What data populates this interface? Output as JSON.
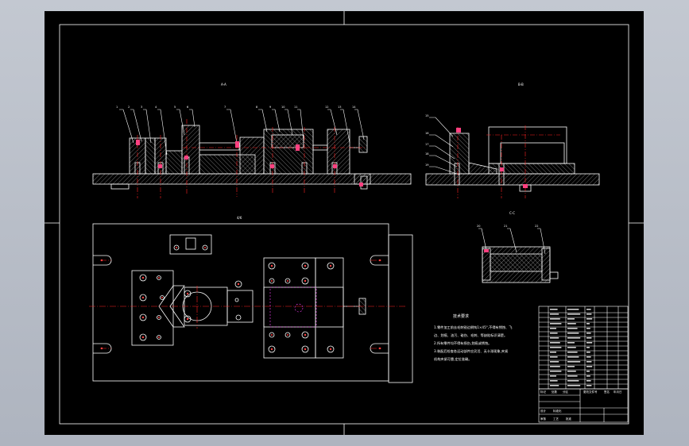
{
  "views": {
    "section_a_label": "A-A",
    "section_b_label": "B-B",
    "section_c_label": "C-C",
    "top_view_label": "4/6"
  },
  "callouts_front": [
    "1",
    "2",
    "3",
    "4",
    "5",
    "6",
    "7",
    "8",
    "9",
    "10",
    "11",
    "12",
    "13",
    "14"
  ],
  "callouts_side": [
    "15",
    "16",
    "17",
    "18",
    "19"
  ],
  "callouts_section_c": [
    "20",
    "21",
    "22"
  ],
  "tech_requirements": {
    "title": "技术要求",
    "lines": [
      "1.零件加工前去毛刺锐边倒钝1×45°,不得有锈蚀、飞",
      "边、划痕、油污、碰伤、毛刺、等缺陷标识清楚。",
      "2.所有零件均不得有损伤,划痕或锈蚀。",
      "3.装配后检查各运动部件应灵活、无卡滞现象,夹紧",
      "机构夹紧可靠,定位准确。"
    ]
  },
  "title_block": {
    "bottom_labels": [
      "标记",
      "处数",
      "分区",
      "更改文件号",
      "签名",
      "年月日"
    ],
    "footer": [
      "设计",
      "标准化",
      "审核",
      "工艺",
      "批准"
    ]
  },
  "colors": {
    "background": "#000000",
    "line": "#ffffff",
    "hatch": "#808080",
    "center_line": "#ff2020",
    "hidden_line": "#ff40ff",
    "marker": "#ff4040"
  }
}
